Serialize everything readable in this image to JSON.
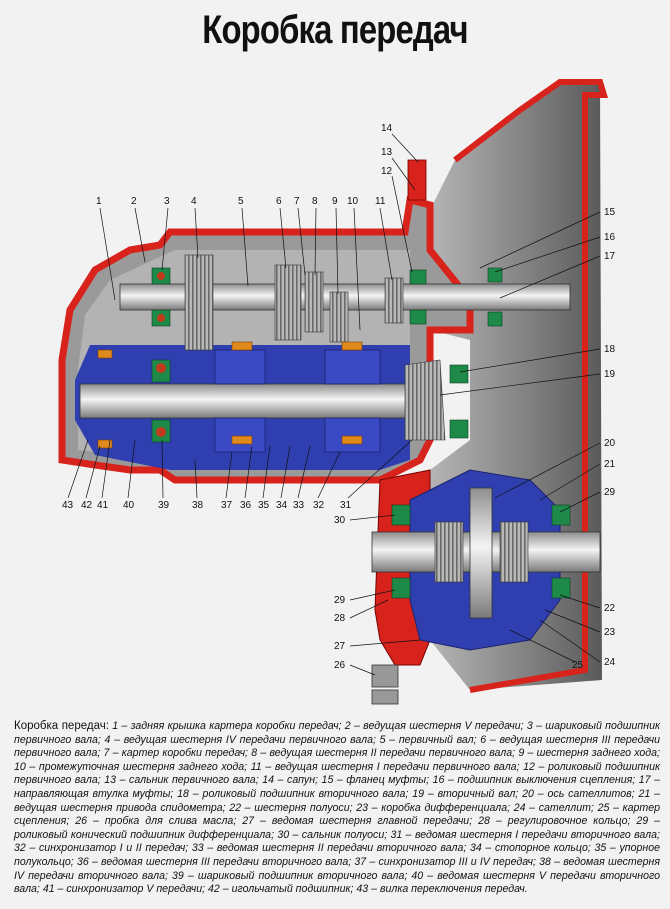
{
  "title": "Коробка передач",
  "caption": {
    "heading": "Коробка передач:",
    "text": " 1 – задняя крышка картера коробки передач; 2 – ведущая шестерня V передачи; 3 – шариковый подшипник первичного вала; 4 – ведущая шестерня IV передачи первичного вала; 5 – первичный вал; 6 – ведущая шестерня III передачи первичного вала; 7 – картер коробки передач; 8 – ведущая шестерня II передачи первичного вала; 9 – шестерня заднего хода; 10 – промежуточная шестерня заднего хода; 11 – ведущая шестерня I передачи первичного вала; 12 – роликовый подшипник первичного вала; 13 – сальник первичного вала; 14 – сапун; 15 – фланец муфты; 16 – подшипник выключения сцепления; 17 – направляющая втулка муфты; 18 – роликовый подшипник вторичного вала; 19 – вторичный вал; 20 – ось сателлитов; 21 – ведущая шестерня привода спидометра; 22 – шестерня полуоси; 23 – коробка дифференциала; 24 – сателлит; 25 – картер сцепления; 26 – пробка для слива масла; 27 – ведомая шестерня главной передачи; 28 – регулировочное кольцо; 29 – роликовый конический подшипник дифференциала; 30 – сальник полуоси; 31 – ведомая шестерня I передачи вторичного вала; 32 – синхронизатор I и II передач; 33 – ведомая шестерня II передачи вторичного вала; 34 – стопорное кольцо; 35 – упорное полукольцо; 36 – ведомая шестерня III передачи вторичного вала; 37 – синхронизатор III и IV передач; 38 – ведомая шестерня IV передачи вторичного вала; 39 – шариковый подшипник вторичного вала; 40 – ведомая шестерня V передачи вторичного вала; 41 – синхронизатор V передачи; 42 – игольчатый подшипник; 43 – вилка переключения передач."
  },
  "labels": [
    {
      "id": "1",
      "text": "1"
    },
    {
      "id": "2",
      "text": "2"
    },
    {
      "id": "3",
      "text": "3"
    },
    {
      "id": "4",
      "text": "4"
    },
    {
      "id": "5",
      "text": "5"
    },
    {
      "id": "6",
      "text": "6"
    },
    {
      "id": "7",
      "text": "7"
    },
    {
      "id": "8",
      "text": "8"
    },
    {
      "id": "9",
      "text": "9"
    },
    {
      "id": "10",
      "text": "10"
    },
    {
      "id": "11",
      "text": "11"
    },
    {
      "id": "12",
      "text": "12"
    },
    {
      "id": "13",
      "text": "13"
    },
    {
      "id": "14",
      "text": "14"
    },
    {
      "id": "15",
      "text": "15"
    },
    {
      "id": "16",
      "text": "16"
    },
    {
      "id": "17",
      "text": "17"
    },
    {
      "id": "18",
      "text": "18"
    },
    {
      "id": "19",
      "text": "19"
    },
    {
      "id": "20",
      "text": "20"
    },
    {
      "id": "21",
      "text": "21"
    },
    {
      "id": "29a",
      "text": "29"
    },
    {
      "id": "30",
      "text": "30"
    },
    {
      "id": "29b",
      "text": "29"
    },
    {
      "id": "28",
      "text": "28"
    },
    {
      "id": "22",
      "text": "22"
    },
    {
      "id": "23",
      "text": "23"
    },
    {
      "id": "27",
      "text": "27"
    },
    {
      "id": "26",
      "text": "26"
    },
    {
      "id": "25",
      "text": "25"
    },
    {
      "id": "24",
      "text": "24"
    },
    {
      "id": "43",
      "text": "43"
    },
    {
      "id": "42",
      "text": "42"
    },
    {
      "id": "41",
      "text": "41"
    },
    {
      "id": "40",
      "text": "40"
    },
    {
      "id": "39",
      "text": "39"
    },
    {
      "id": "38",
      "text": "38"
    },
    {
      "id": "37",
      "text": "37"
    },
    {
      "id": "36",
      "text": "36"
    },
    {
      "id": "35",
      "text": "35"
    },
    {
      "id": "34",
      "text": "34"
    },
    {
      "id": "33",
      "text": "33"
    },
    {
      "id": "32",
      "text": "32"
    },
    {
      "id": "31",
      "text": "31"
    }
  ],
  "colors": {
    "housing_red": "#d8231c",
    "housing_gray": "#8a8a8a",
    "dark_gray": "#4a4a4a",
    "blue": "#2f3fb0",
    "shaft": "#c9c9c9",
    "bearing_green": "#1e8a4a",
    "bearing_orange": "#e08a1e"
  }
}
